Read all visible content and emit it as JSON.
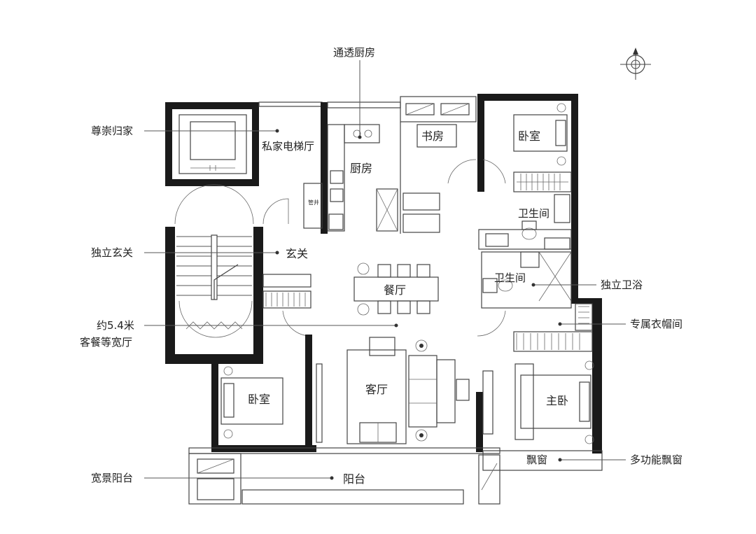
{
  "callouts_left": {
    "elevator": "尊崇归家",
    "entrance": "独立玄关",
    "width_line1": "约5.4米",
    "width_line2": "客餐等宽厅",
    "balcony": "宽景阳台"
  },
  "callouts_right": {
    "bath": "独立卫浴",
    "closet": "专属衣帽间",
    "bay": "多功能飘窗"
  },
  "callout_top": {
    "kitchen": "通透厨房"
  },
  "rooms": {
    "elevator_hall": "私家电梯厅",
    "kitchen": "厨房",
    "study": "书房",
    "bedroom_ne": "卧室",
    "bath_upper": "卫生间",
    "bath_lower": "卫生间",
    "foyer": "玄关",
    "dining": "餐厅",
    "living": "客厅",
    "bedroom_sw": "卧室",
    "master": "主卧",
    "bay_window": "飘窗",
    "balcony": "阳台",
    "shaft": "管井"
  }
}
